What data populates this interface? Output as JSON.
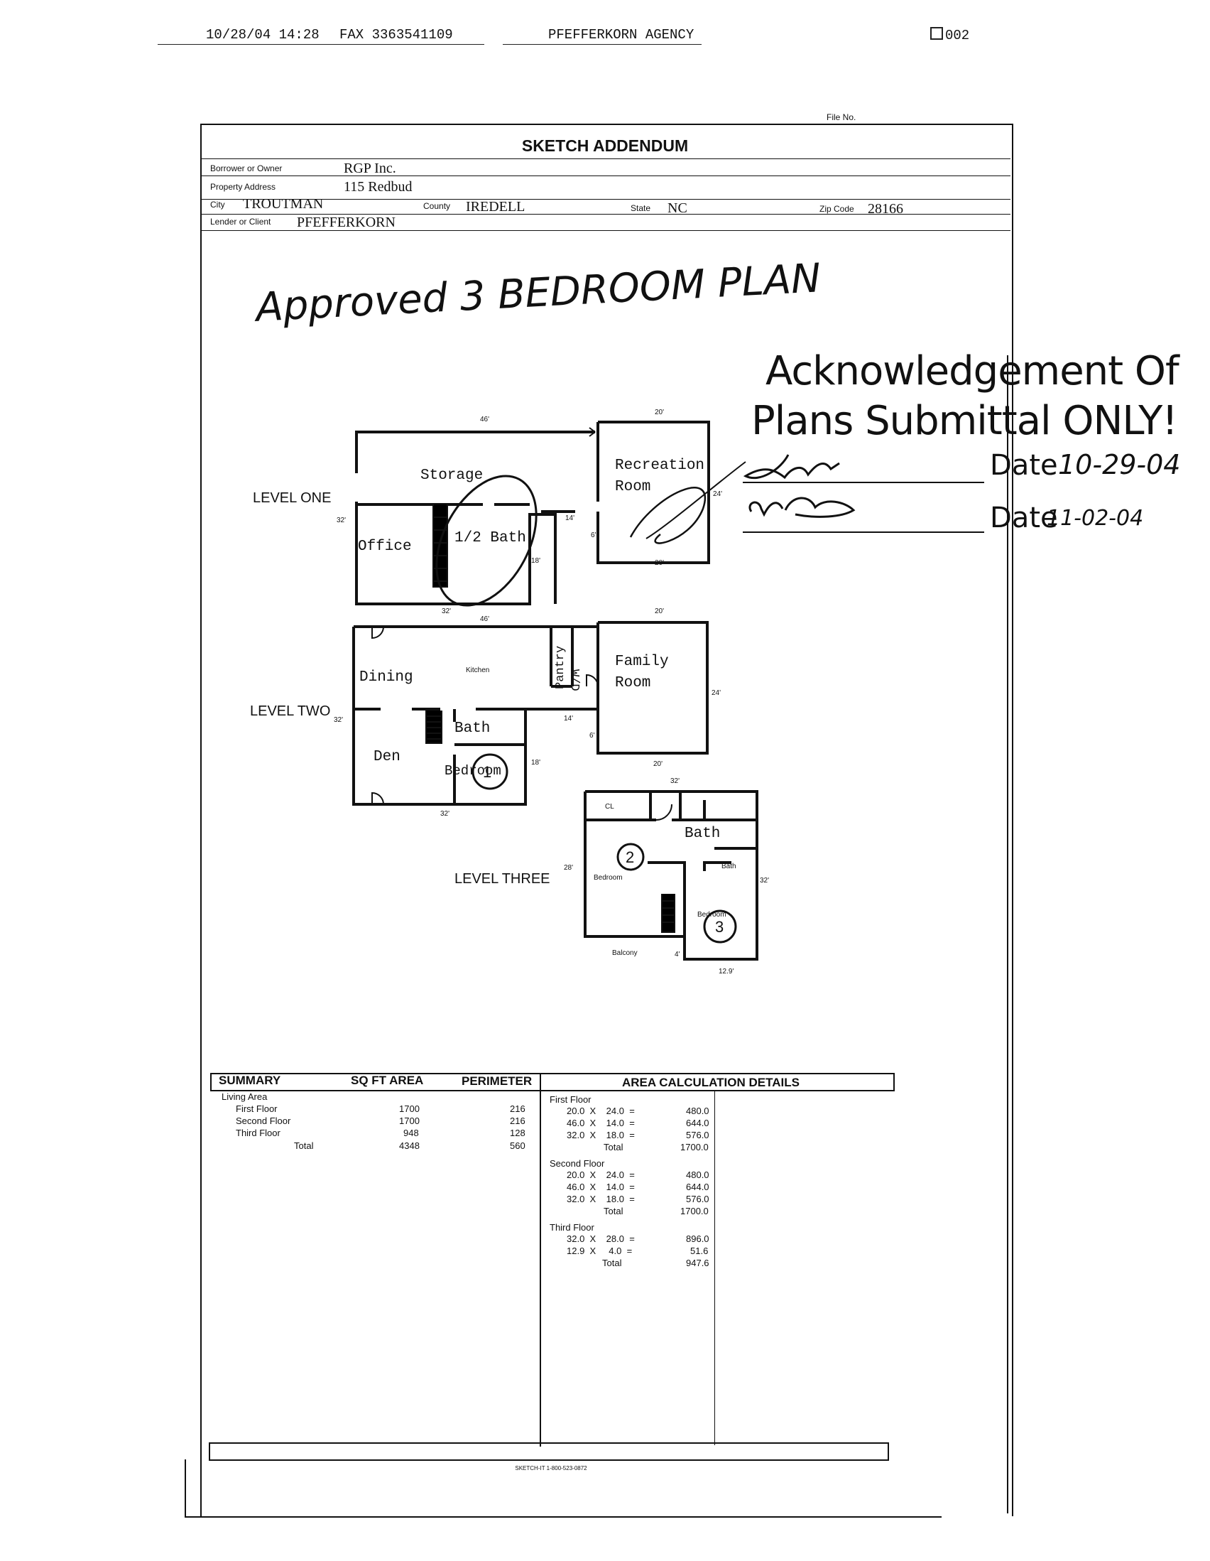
{
  "fax_header": {
    "datetime": "10/28/04  14:28",
    "fax": "FAX 3363541109",
    "agency": "PFEFFERKORN AGENCY",
    "page": "002"
  },
  "form": {
    "file_no_label": "File No.",
    "title": "SKETCH ADDENDUM",
    "borrower_label": "Borrower or Owner",
    "borrower": "RGP Inc.",
    "address_label": "Property Address",
    "address": "115 Redbud",
    "city_label": "City",
    "city": "TROUTMAN",
    "county_label": "County",
    "county": "IREDELL",
    "state_label": "State",
    "state": "NC",
    "zip_label": "Zip Code",
    "zip": "28166",
    "lender_label": "Lender or Client",
    "lender": "PFEFFERKORN"
  },
  "handwritten_note": "Approved 3 BEDROOM PLAN",
  "stamp": {
    "line1": "Acknowledgement Of",
    "line2": "Plans Submittal ONLY!",
    "date1_label": "Date",
    "date1": "10-29-04",
    "date2_label": "Date",
    "date2": "11-02-04"
  },
  "levels": {
    "one": {
      "label": "LEVEL ONE",
      "rooms": [
        "Storage",
        "Office",
        "1/2 Bath",
        "Recreation",
        "Room"
      ],
      "dims": [
        "46'",
        "20'",
        "32'",
        "14'",
        "6'",
        "18'",
        "24'",
        "20'",
        "32'"
      ]
    },
    "two": {
      "label": "LEVEL TWO",
      "rooms": [
        "Dining",
        "Kitchen",
        "Pantry",
        "W/D",
        "Family",
        "Room",
        "Bath",
        "Den",
        "Bedroom"
      ],
      "dims": [
        "46'",
        "20'",
        "32'",
        "14'",
        "6'",
        "18'",
        "24'",
        "20'",
        "32'"
      ]
    },
    "three": {
      "label": "LEVEL THREE",
      "rooms": [
        "CL",
        "Bath",
        "Bedroom",
        "Bath",
        "Bedroom",
        "Balcony"
      ],
      "dims": [
        "32'",
        "28'",
        "32'",
        "4'",
        "12.9'"
      ]
    },
    "circled_numbers": [
      "1",
      "2",
      "3"
    ]
  },
  "summary": {
    "headers": [
      "SUMMARY",
      "SQ FT AREA",
      "PERIMETER",
      "AREA CALCULATION DETAILS"
    ],
    "group": "Living Area",
    "rows": [
      {
        "name": "First Floor",
        "area": "1700",
        "perimeter": "216"
      },
      {
        "name": "Second Floor",
        "area": "1700",
        "perimeter": "216"
      },
      {
        "name": "Third Floor",
        "area": "948",
        "perimeter": "128"
      },
      {
        "name": "Total",
        "area": "4348",
        "perimeter": "560"
      }
    ],
    "details": [
      {
        "floor": "First Floor",
        "lines": [
          [
            "20.0",
            "X",
            "24.0",
            "=",
            "480.0"
          ],
          [
            "46.0",
            "X",
            "14.0",
            "=",
            "644.0"
          ],
          [
            "32.0",
            "X",
            "18.0",
            "=",
            "576.0"
          ]
        ],
        "total_label": "Total",
        "total": "1700.0"
      },
      {
        "floor": "Second Floor",
        "lines": [
          [
            "20.0",
            "X",
            "24.0",
            "=",
            "480.0"
          ],
          [
            "46.0",
            "X",
            "14.0",
            "=",
            "644.0"
          ],
          [
            "32.0",
            "X",
            "18.0",
            "=",
            "576.0"
          ]
        ],
        "total_label": "Total",
        "total": "1700.0"
      },
      {
        "floor": "Third Floor",
        "lines": [
          [
            "32.0",
            "X",
            "28.0",
            "=",
            "896.0"
          ],
          [
            "12.9",
            "X",
            "4.0",
            "=",
            "51.6"
          ]
        ],
        "total_label": "Total",
        "total": "947.6"
      }
    ],
    "footer": "SKETCH-IT 1-800-523-0872"
  }
}
